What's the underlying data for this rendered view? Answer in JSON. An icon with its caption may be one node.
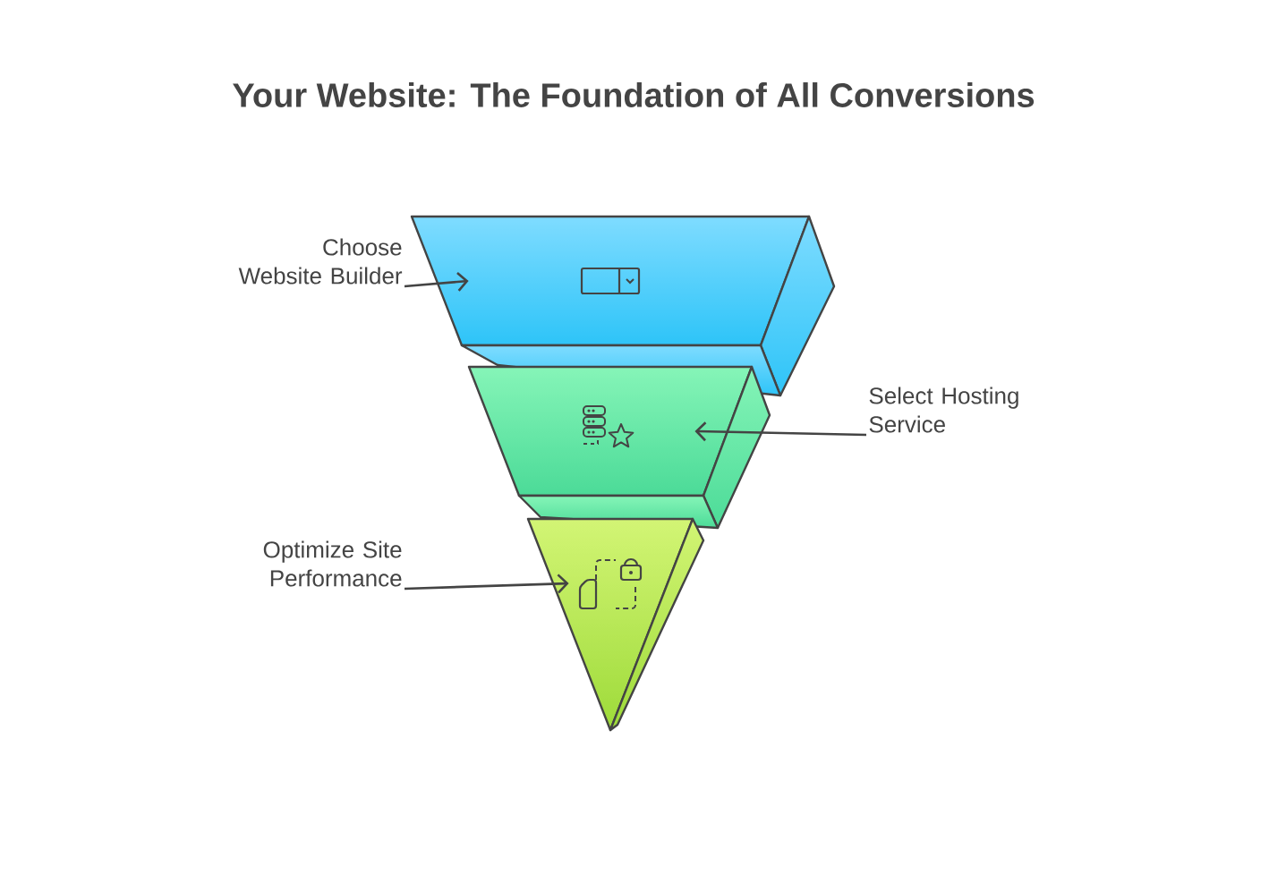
{
  "diagram": {
    "title": "Your Website: The Foundation of All Conversions",
    "nodes": [
      {
        "text": [
          "Choose Website Builder"
        ]
      },
      {
        "text": [],
        "shape": "trapezoid"
      },
      {
        "text": [
          "Select Hosting Service"
        ]
      },
      {
        "text": [],
        "shape": "trapezoid"
      },
      {
        "text": [
          "Optimize Site Performance"
        ]
      },
      {
        "text": [],
        "shape": "triangle"
      }
    ],
    "edges": [
      {
        "from": 0,
        "to": 1,
        "arrow": "to"
      },
      {
        "from": 2,
        "to": 3,
        "arrow": "to"
      },
      {
        "from": 4,
        "to": 5,
        "arrow": "to"
      }
    ]
  }
}
